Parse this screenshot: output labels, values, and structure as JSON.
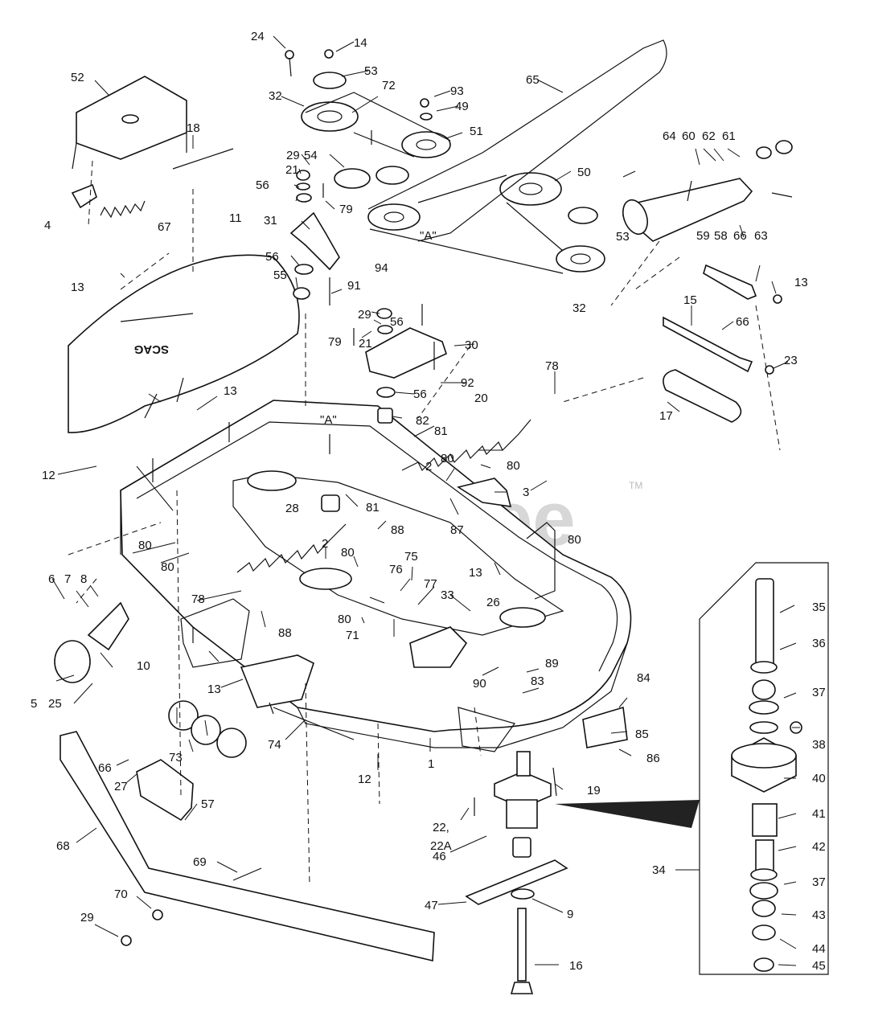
{
  "diagram": {
    "watermark": "PartsTree",
    "trademark": "TM",
    "decal_text": "SCAG",
    "point_a_label": "\"A\"",
    "callouts": {
      "c1": "1",
      "c2": "2",
      "c2b": "2",
      "c3": "3",
      "c4": "4",
      "c5": "5",
      "c6": "6",
      "c7": "7",
      "c8": "8",
      "c9": "9",
      "c10": "10",
      "c11": "11",
      "c12": "12",
      "c12b": "12",
      "c13a": "13",
      "c13b": "13",
      "c13c": "13",
      "c13d": "13",
      "c13e": "13",
      "c14": "14",
      "c15": "15",
      "c16": "16",
      "c17": "17",
      "c18": "18",
      "c19": "19",
      "c20": "20",
      "c21a": "21",
      "c21b": "21",
      "c22": "22,",
      "c22a": "22A",
      "c23": "23",
      "c24": "24",
      "c25": "25",
      "c26": "26",
      "c27": "27",
      "c28": "28",
      "c29a": "29",
      "c29b": "29",
      "c29c": "29",
      "c30": "30",
      "c31": "31",
      "c32a": "32",
      "c32b": "32",
      "c33": "33",
      "c34": "34",
      "c35": "35",
      "c36": "36",
      "c37a": "37",
      "c37b": "37",
      "c38": "38",
      "c40": "40",
      "c41": "41",
      "c42": "42",
      "c43": "43",
      "c44": "44",
      "c45": "45",
      "c46": "46",
      "c47": "47",
      "c49": "49",
      "c50": "50",
      "c51": "51",
      "c52": "52",
      "c53a": "53",
      "c53b": "53",
      "c54": "54",
      "c55": "55",
      "c56a": "56",
      "c56b": "56",
      "c56c": "56",
      "c56d": "56",
      "c57": "57",
      "c58": "58",
      "c59": "59",
      "c60": "60",
      "c61": "61",
      "c62": "62",
      "c63": "63",
      "c64": "64",
      "c65": "65",
      "c66a": "66",
      "c66b": "66",
      "c66c": "66",
      "c67": "67",
      "c68": "68",
      "c69": "69",
      "c70": "70",
      "c71": "71",
      "c72": "72",
      "c73": "73",
      "c74": "74",
      "c75": "75",
      "c76": "76",
      "c77": "77",
      "c78a": "78",
      "c78b": "78",
      "c79a": "79",
      "c79b": "79",
      "c80a": "80",
      "c80b": "80",
      "c80c": "80",
      "c80d": "80",
      "c80e": "80",
      "c80f": "80",
      "c80g": "80",
      "c81a": "81",
      "c81b": "81",
      "c82": "82",
      "c83": "83",
      "c84": "84",
      "c85": "85",
      "c86": "86",
      "c87": "87",
      "c88a": "88",
      "c88b": "88",
      "c89": "89",
      "c90": "90",
      "c91": "91",
      "c92": "92",
      "c93": "93",
      "c94": "94"
    }
  }
}
